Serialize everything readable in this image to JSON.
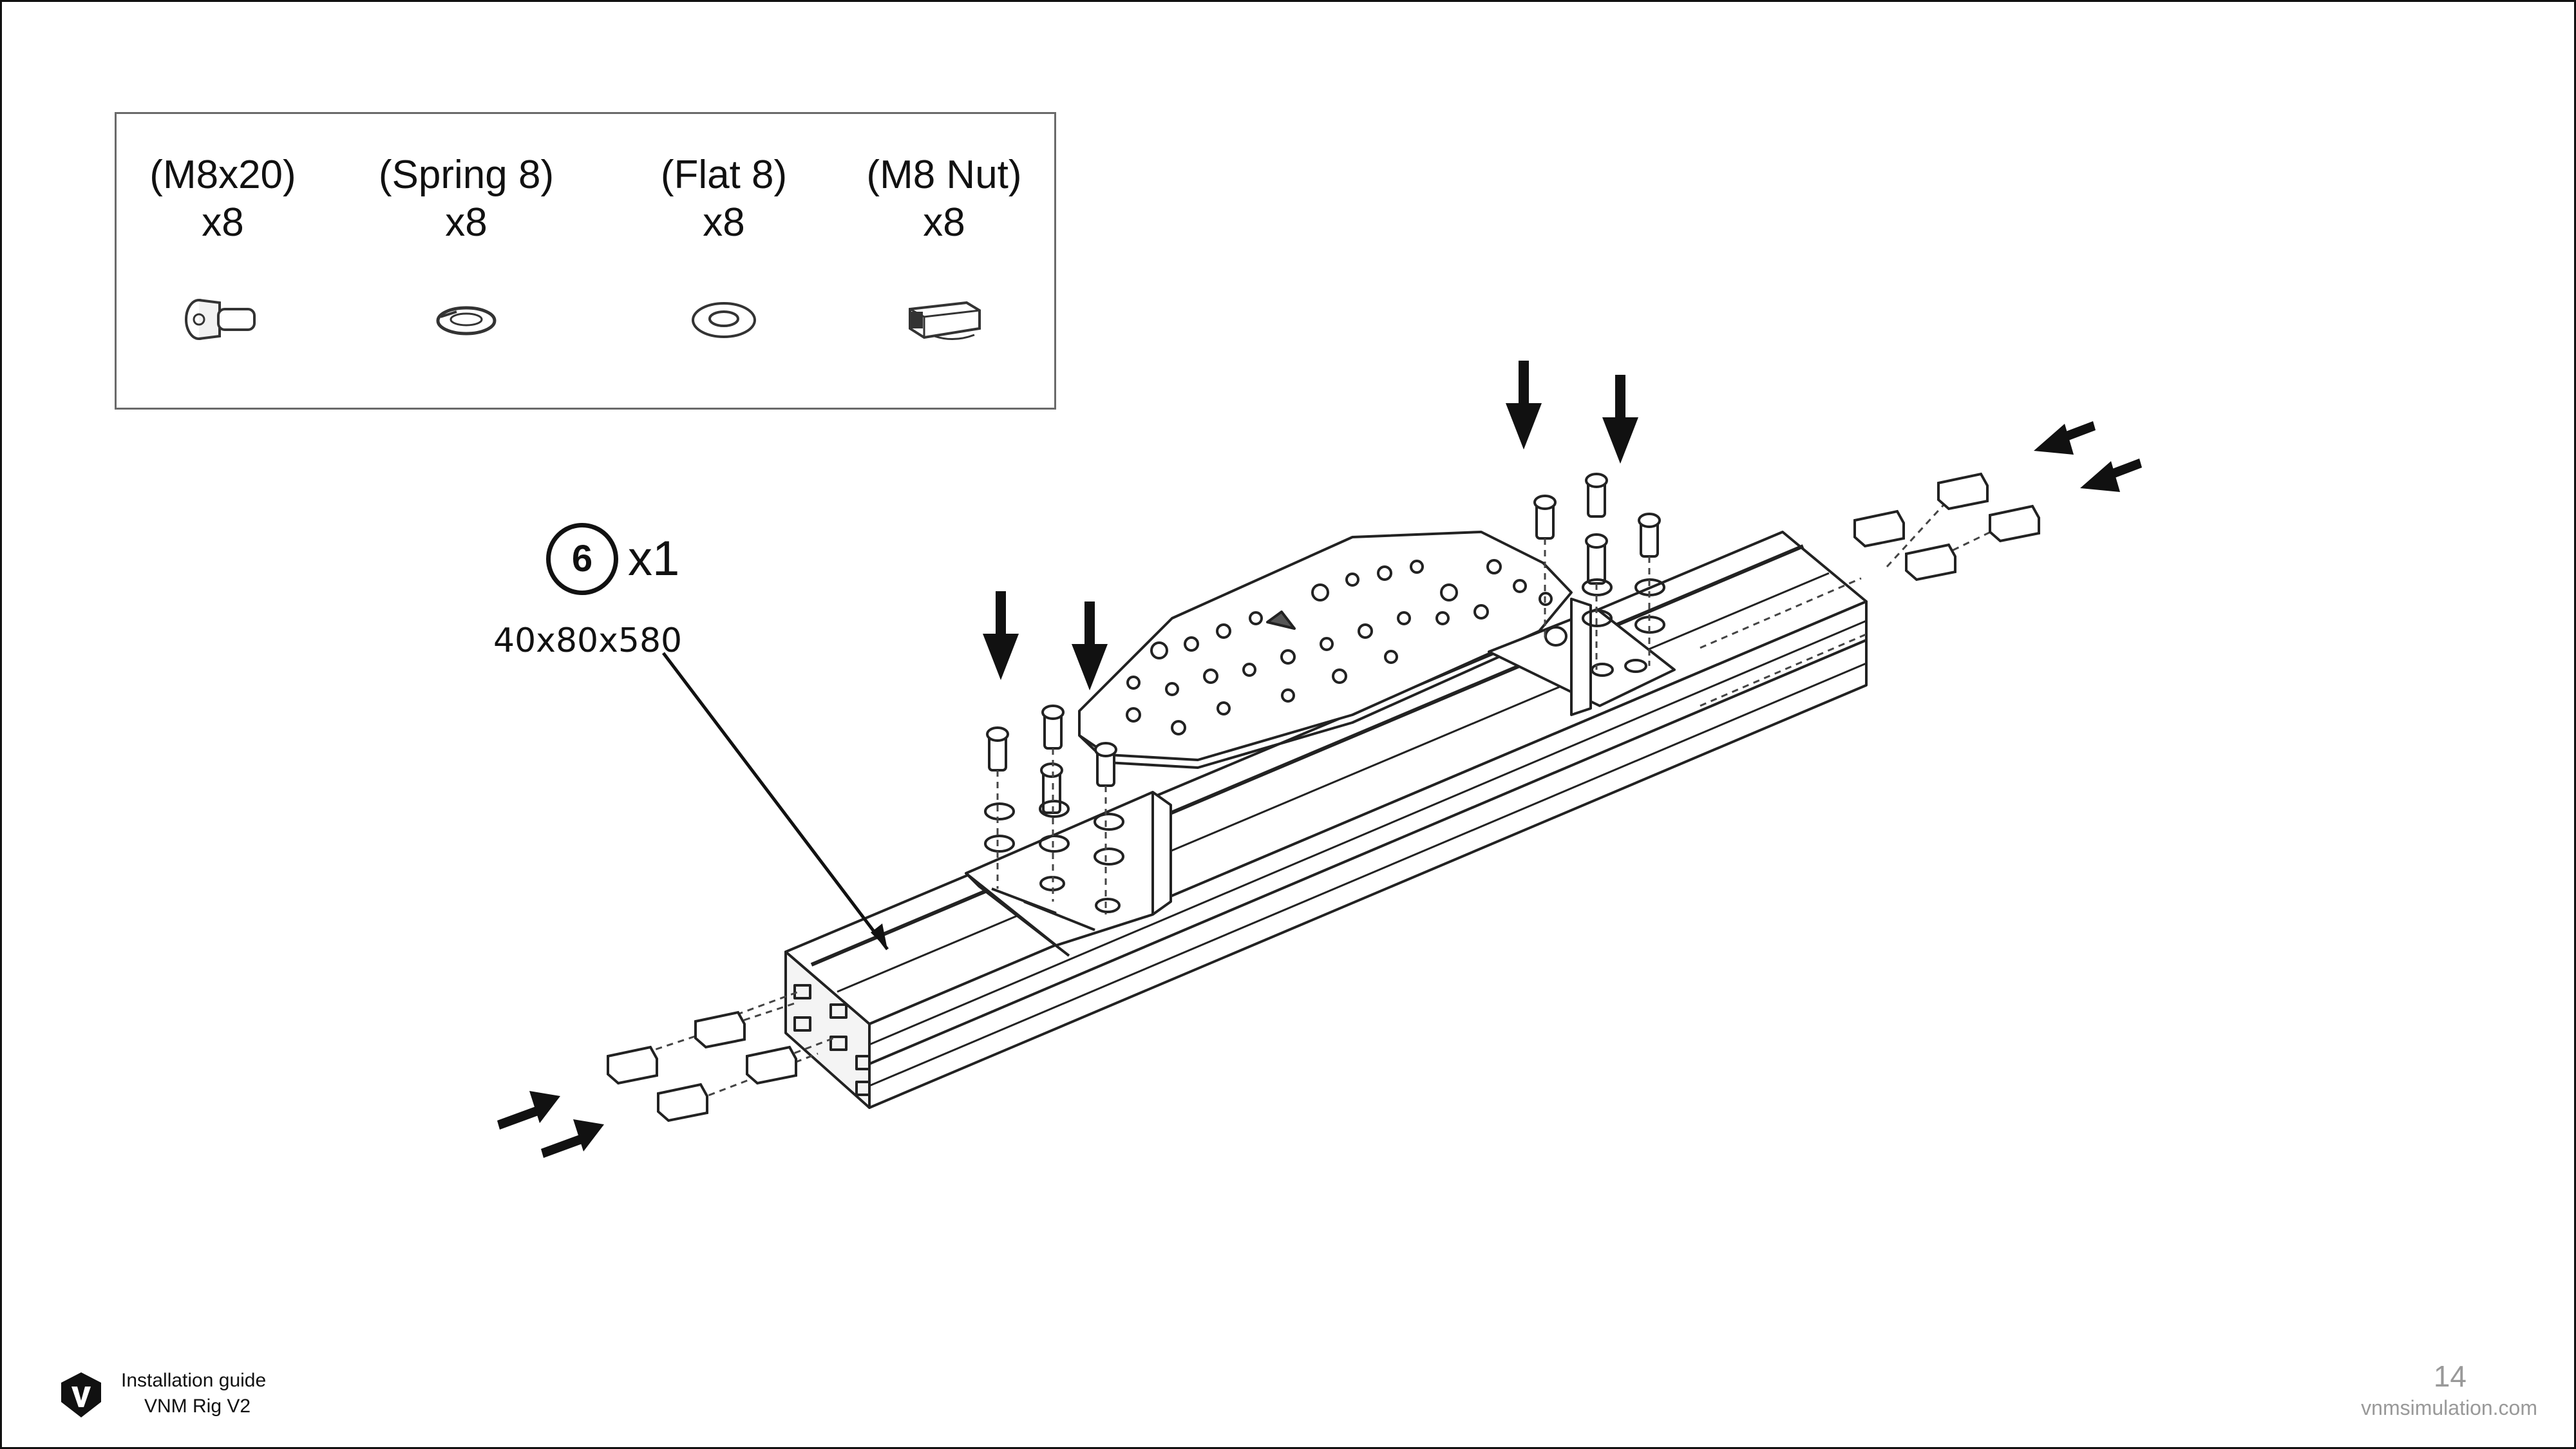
{
  "parts": [
    {
      "name": "(M8x20)",
      "qty": "x8",
      "icon": "socket-cap-screw-icon"
    },
    {
      "name": "(Spring 8)",
      "qty": "x8",
      "icon": "spring-washer-icon"
    },
    {
      "name": "(Flat 8)",
      "qty": "x8",
      "icon": "flat-washer-icon"
    },
    {
      "name": "(M8 Nut)",
      "qty": "x8",
      "icon": "t-slot-nut-icon"
    }
  ],
  "step": {
    "number": "6",
    "qty": "x1",
    "profile": "40x80x580"
  },
  "footer": {
    "guide_line1": "Installation guide",
    "guide_line2": "VNM Rig V2",
    "page_number": "14",
    "website": "vnmsimulation.com",
    "logo_icon": "vnm-shield-logo-icon"
  }
}
